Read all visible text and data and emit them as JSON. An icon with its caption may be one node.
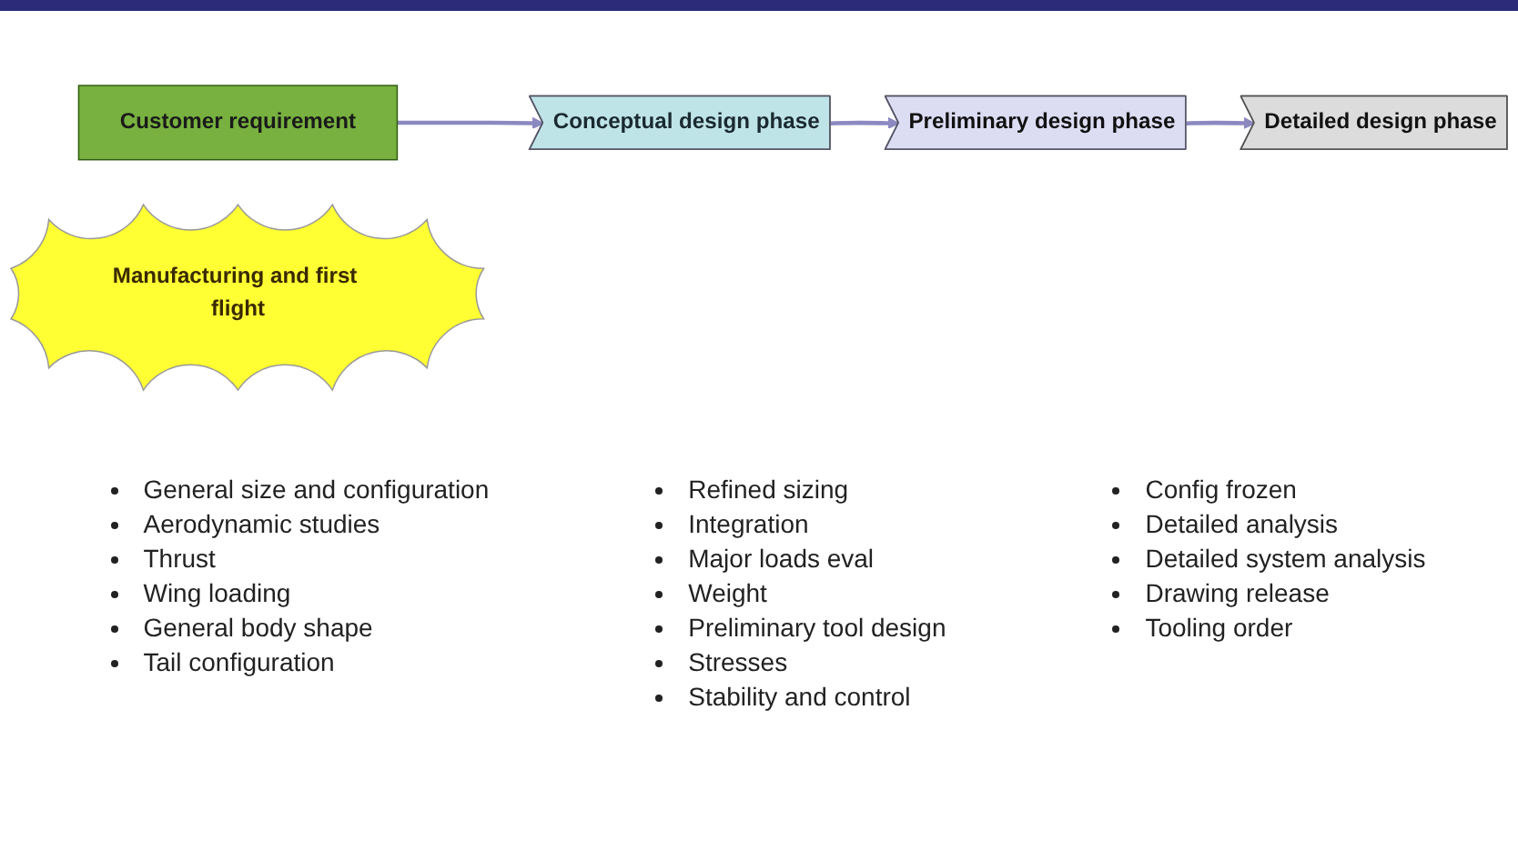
{
  "diagram": {
    "nodes": [
      {
        "text": [
          "Customer requirement"
        ]
      },
      {
        "text": [
          "Conceptual design phase"
        ],
        "beside": [
          "General size and configuration",
          "Aerodynamic studies",
          "Thrust",
          "Wing loading",
          "General body shape",
          "Tail configuration"
        ]
      },
      {
        "text": [
          "Preliminary design phase"
        ],
        "beside": [
          "Refined sizing",
          "Integration",
          "Major loads eval",
          "Weight",
          "Preliminary tool design",
          "Stresses",
          "Stability and control"
        ]
      },
      {
        "text": [
          "Detailed design phase"
        ],
        "beside": [
          "Config frozen",
          "Detailed analysis",
          "Detailed system analysis",
          "Drawing release",
          "Tooling order"
        ]
      },
      {
        "text": [
          "Manufacturing and first flight"
        ]
      }
    ],
    "edges": [
      {
        "from": 0,
        "to": 1,
        "arrow": "to"
      },
      {
        "from": 1,
        "to": 2,
        "arrow": "to"
      },
      {
        "from": 2,
        "to": 3,
        "arrow": "to"
      }
    ]
  }
}
